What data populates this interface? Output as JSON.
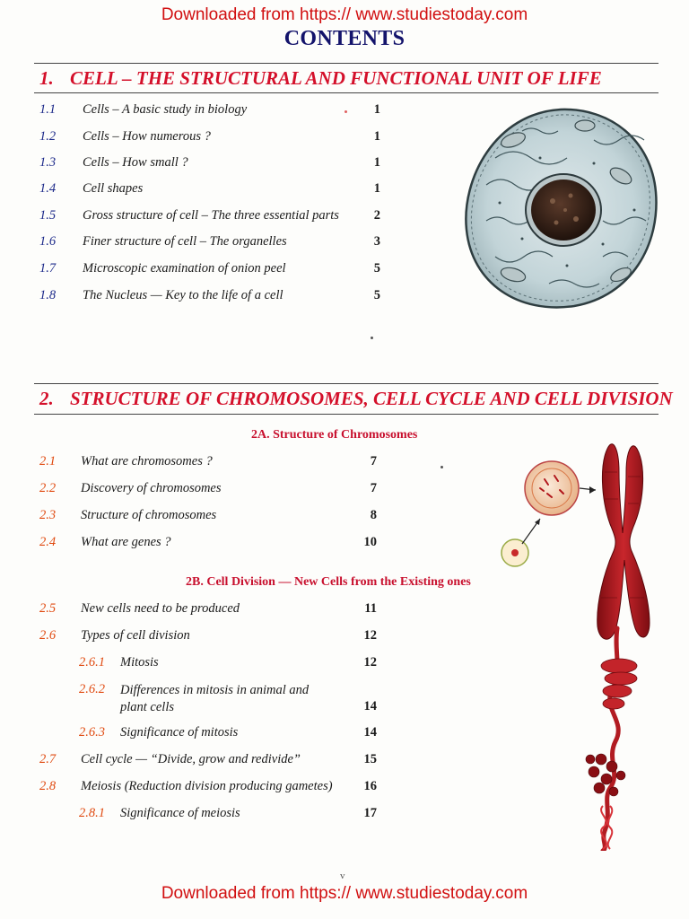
{
  "banner": {
    "top": "Downloaded from https:// www.studiestoday.com",
    "bottom": "Downloaded from https:// www.studiestoday.com"
  },
  "title": "CONTENTS",
  "chapter1": {
    "number": "1.",
    "title": "CELL – THE STRUCTURAL AND FUNCTIONAL UNIT OF LIFE",
    "items": [
      {
        "num": "1.1",
        "text": "Cells – A basic study in biology",
        "page": "1"
      },
      {
        "num": "1.2",
        "text": "Cells – How numerous ?",
        "page": "1"
      },
      {
        "num": "1.3",
        "text": "Cells – How small ?",
        "page": "1"
      },
      {
        "num": "1.4",
        "text": "Cell shapes",
        "page": "1"
      },
      {
        "num": "1.5",
        "text": "Gross structure of cell – The three essential parts",
        "page": "2"
      },
      {
        "num": "1.6",
        "text": "Finer structure of cell – The organelles",
        "page": "3"
      },
      {
        "num": "1.7",
        "text": "Microscopic examination of onion peel",
        "page": "5"
      },
      {
        "num": "1.8",
        "text": "The Nucleus — Key to the life of a cell",
        "page": "5"
      }
    ]
  },
  "chapter2": {
    "number": "2.",
    "title": "STRUCTURE OF CHROMOSOMES, CELL CYCLE AND CELL DIVISION",
    "section_a": {
      "title": "2A. Structure of Chromosomes",
      "items": [
        {
          "num": "2.1",
          "text": "What are chromosomes ?",
          "page": "7"
        },
        {
          "num": "2.2",
          "text": "Discovery of chromosomes",
          "page": "7"
        },
        {
          "num": "2.3",
          "text": "Structure of chromosomes",
          "page": "8"
        },
        {
          "num": "2.4",
          "text": "What are genes ?",
          "page": "10"
        }
      ]
    },
    "section_b": {
      "title": "2B. Cell Division — New Cells from the Existing ones",
      "items": [
        {
          "num": "2.5",
          "text": "New cells need to be produced",
          "page": "11"
        },
        {
          "num": "2.6",
          "text": "Types of cell division",
          "page": "12"
        },
        {
          "num": "2.6.1",
          "text": "Mitosis",
          "page": "12"
        },
        {
          "num": "2.6.2",
          "text": "Differences in mitosis in animal and plant cells",
          "page": "14"
        },
        {
          "num": "2.6.3",
          "text": "Significance of mitosis",
          "page": "14"
        },
        {
          "num": "2.7",
          "text": "Cell cycle — “Divide, grow and redivide”",
          "page": "15"
        },
        {
          "num": "2.8",
          "text": "Meiosis (Reduction division producing gametes)",
          "page": "16"
        },
        {
          "num": "2.8.1",
          "text": "Significance of meiosis",
          "page": "17"
        }
      ]
    }
  },
  "page_number": "v"
}
